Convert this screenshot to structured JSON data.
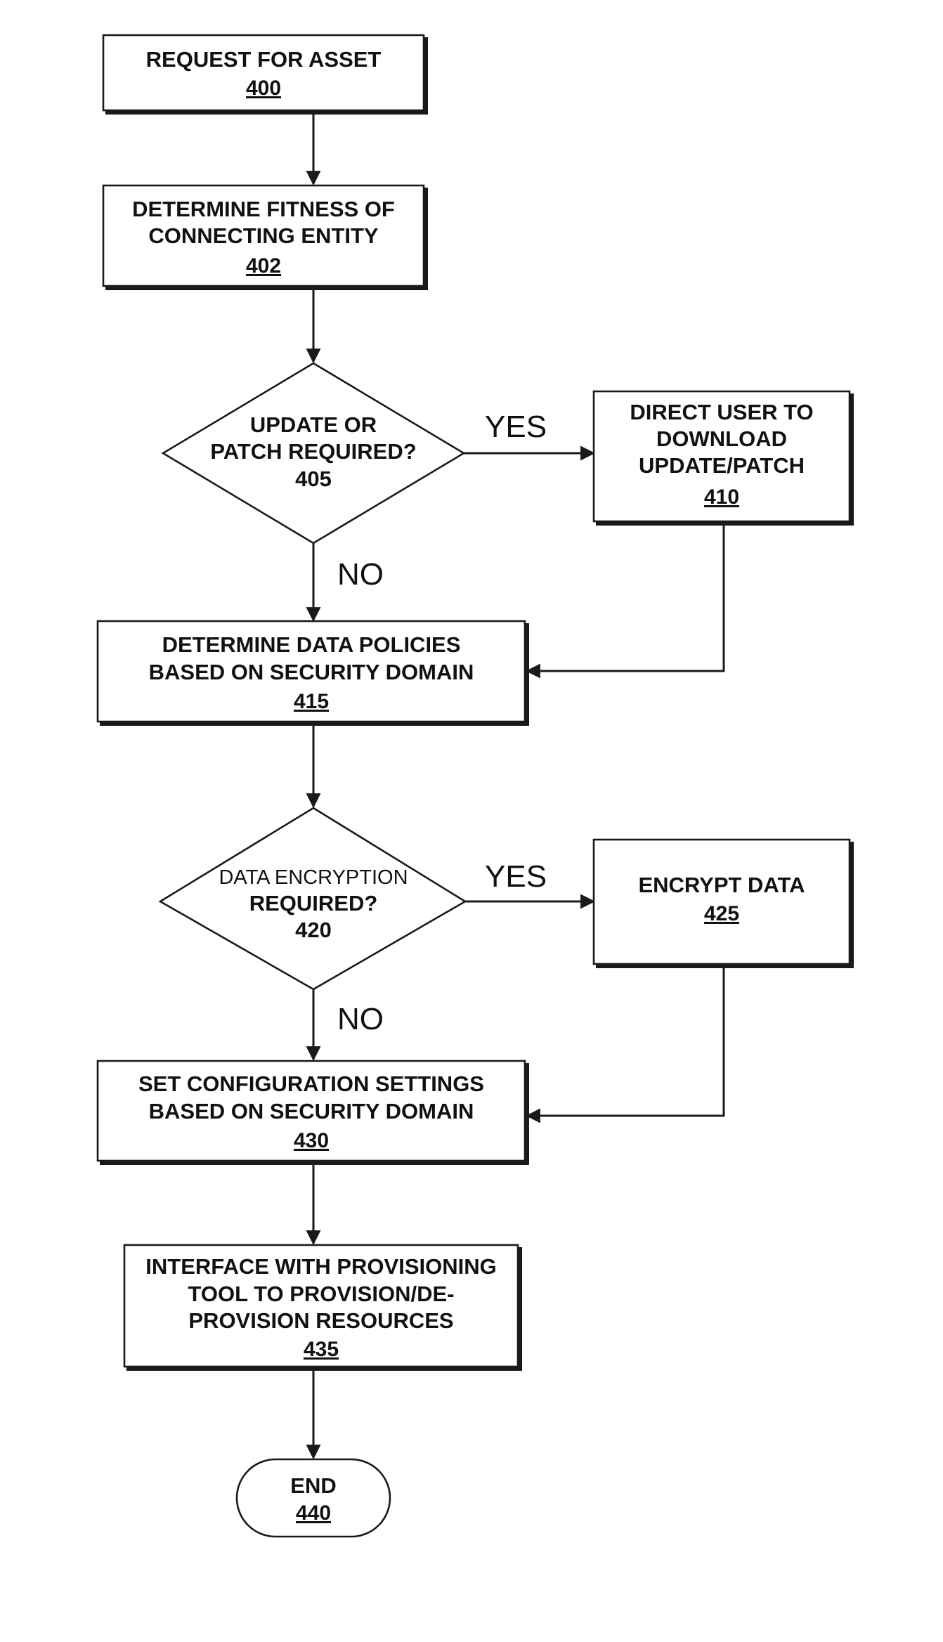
{
  "nodes": {
    "n400": {
      "lines": [
        "REQUEST FOR ASSET"
      ],
      "ref": "400"
    },
    "n402": {
      "lines": [
        "DETERMINE FITNESS OF",
        "CONNECTING ENTITY"
      ],
      "ref": "402"
    },
    "n405": {
      "lines": [
        "UPDATE OR",
        "PATCH REQUIRED?"
      ],
      "ref": "405"
    },
    "n410": {
      "lines": [
        "DIRECT USER TO",
        "DOWNLOAD",
        "UPDATE/PATCH"
      ],
      "ref": "410"
    },
    "n415": {
      "lines": [
        "DETERMINE DATA POLICIES",
        "BASED ON SECURITY DOMAIN"
      ],
      "ref": "415"
    },
    "n420": {
      "lines": [
        "DATA ENCRYPTION",
        "REQUIRED?"
      ],
      "ref": "420"
    },
    "n425": {
      "lines": [
        "ENCRYPT DATA"
      ],
      "ref": "425"
    },
    "n430": {
      "lines": [
        "SET CONFIGURATION SETTINGS",
        "BASED ON SECURITY DOMAIN"
      ],
      "ref": "430"
    },
    "n435": {
      "lines": [
        "INTERFACE WITH PROVISIONING",
        "TOOL TO PROVISION/DE-",
        "PROVISION RESOURCES"
      ],
      "ref": "435"
    },
    "n440": {
      "lines": [
        "END"
      ],
      "ref": "440"
    }
  },
  "edge_labels": {
    "yes_405": "YES",
    "no_405": "NO",
    "yes_420": "YES",
    "no_420": "NO"
  },
  "edges": [
    {
      "from": "n400",
      "to": "n402"
    },
    {
      "from": "n402",
      "to": "n405"
    },
    {
      "from": "n405",
      "to": "n410",
      "label": "YES"
    },
    {
      "from": "n405",
      "to": "n415",
      "label": "NO"
    },
    {
      "from": "n410",
      "to": "n415"
    },
    {
      "from": "n415",
      "to": "n420"
    },
    {
      "from": "n420",
      "to": "n425",
      "label": "YES"
    },
    {
      "from": "n420",
      "to": "n430",
      "label": "NO"
    },
    {
      "from": "n425",
      "to": "n430"
    },
    {
      "from": "n430",
      "to": "n435"
    },
    {
      "from": "n435",
      "to": "n440"
    }
  ]
}
